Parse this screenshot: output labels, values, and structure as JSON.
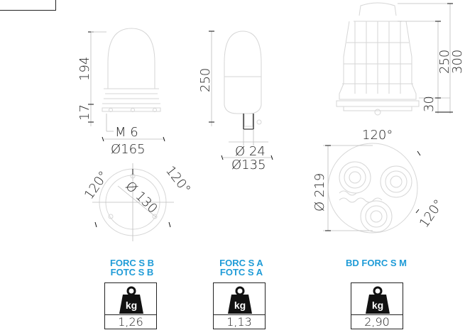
{
  "lamp1": {
    "dim_height": "194",
    "dim_base": "17",
    "thread": "M 6",
    "diameter": "Ø165",
    "angle_left": "120°",
    "angle_right": "120°",
    "bolt_circle": "Ø 130"
  },
  "lamp2": {
    "dim_height": "250",
    "stem_diameter": "Ø 24",
    "diameter": "Ø135"
  },
  "lamp3": {
    "dim_height_a": "250",
    "dim_height_b": "300",
    "dim_base": "30",
    "angle_top": "120°",
    "diameter": "Ø 219",
    "angle_right": "120°"
  },
  "products": [
    {
      "line1": "FORC S B",
      "line2": "FOTC S B",
      "weight": "1,26",
      "unit": "kg"
    },
    {
      "line1": "FORC S A",
      "line2": "FOTC S A",
      "weight": "1,13",
      "unit": "kg"
    },
    {
      "line1": "BD FORC S M",
      "line2": "",
      "weight": "2,90",
      "unit": "kg"
    }
  ],
  "colors": {
    "accent": "#1e9bd7",
    "text": "#222222",
    "line": "#bdbdbd"
  },
  "icons": [
    "weight-icon"
  ]
}
